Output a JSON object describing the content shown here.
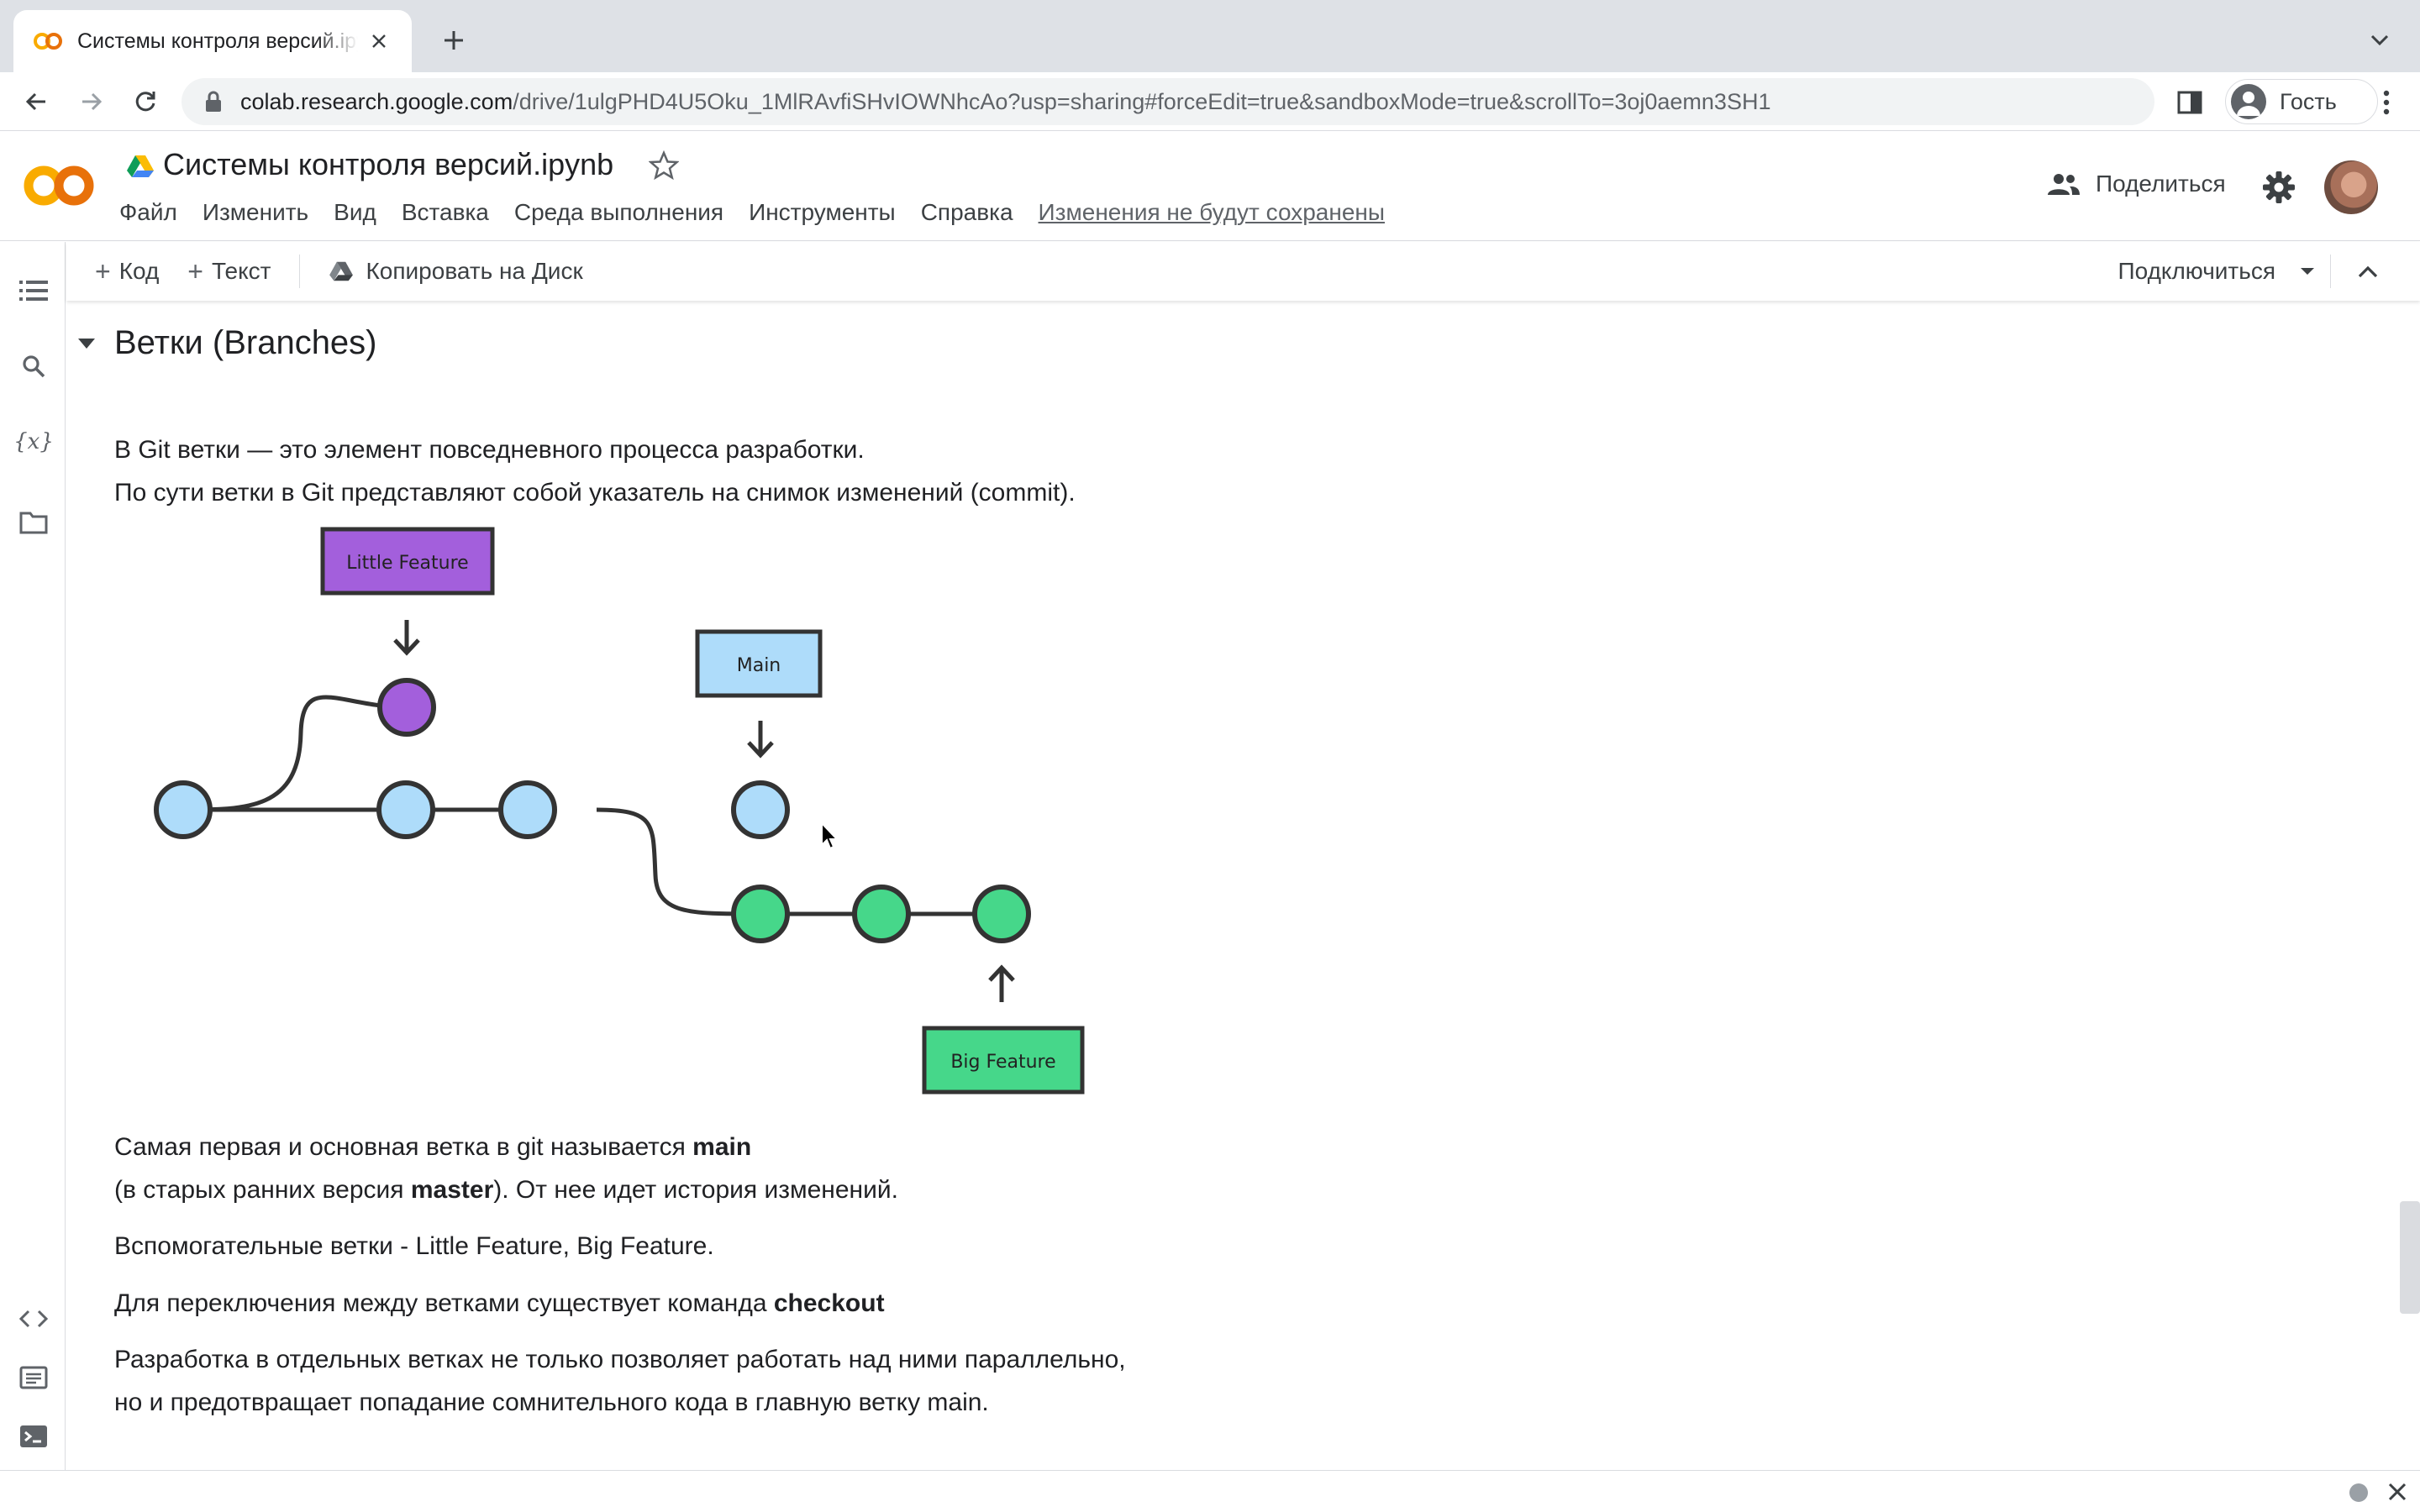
{
  "browser": {
    "tab_title": "Системы контроля версий.ipynb",
    "url_host": "colab.research.google.com",
    "url_path": "/drive/1ulgPHD4U5Oku_1MlRAvfiSHvIOWNhcAo?usp=sharing#forceEdit=true&sandboxMode=true&scrollTo=3oj0aemn3SH1",
    "profile_label": "Гость"
  },
  "header": {
    "logo_text": "CO",
    "notebook_title": "Системы контроля версий.ipynb",
    "menu": [
      "Файл",
      "Изменить",
      "Вид",
      "Вставка",
      "Среда выполнения",
      "Инструменты",
      "Справка"
    ],
    "unsaved_notice": "Изменения не будут сохранены",
    "share_label": "Поделиться"
  },
  "nb_toolbar": {
    "code_label": "Код",
    "text_label": "Текст",
    "copy_label": "Копировать на Диск",
    "connect_label": "Подключиться"
  },
  "content": {
    "section_title": "Ветки (Branches)",
    "intro_line1": "В Git ветки — это элемент повседневного процесса разработки.",
    "intro_line2": "По сути ветки в Git представляют собой указатель на снимок изменений (commit).",
    "main_line1_pre": "Самая первая и основная ветка в git называется ",
    "main_line1_bold": "main",
    "main_line2_pre": "(в старых ранних версия ",
    "main_line2_bold": "master",
    "main_line2_post": "). От нее идет история изменений.",
    "aux_branches": "Вспомогательные ветки - Little Feature, Big Feature.",
    "checkout_pre": "Для переключения между ветками существует команда ",
    "checkout_bold": "checkout",
    "parallel_line1": "Разработка в отдельных ветках не только позволяет работать над ними параллельно,",
    "parallel_line2": "но и предотвращает попадание сомнительного кода в главную ветку main."
  },
  "diagram": {
    "labels": {
      "little_feature": "Little Feature",
      "main": "Main",
      "big_feature": "Big Feature"
    },
    "colors": {
      "main": "#aedcfa",
      "little_feature": "#a35fdc",
      "big_feature": "#46d78a",
      "stroke": "#333333"
    }
  }
}
